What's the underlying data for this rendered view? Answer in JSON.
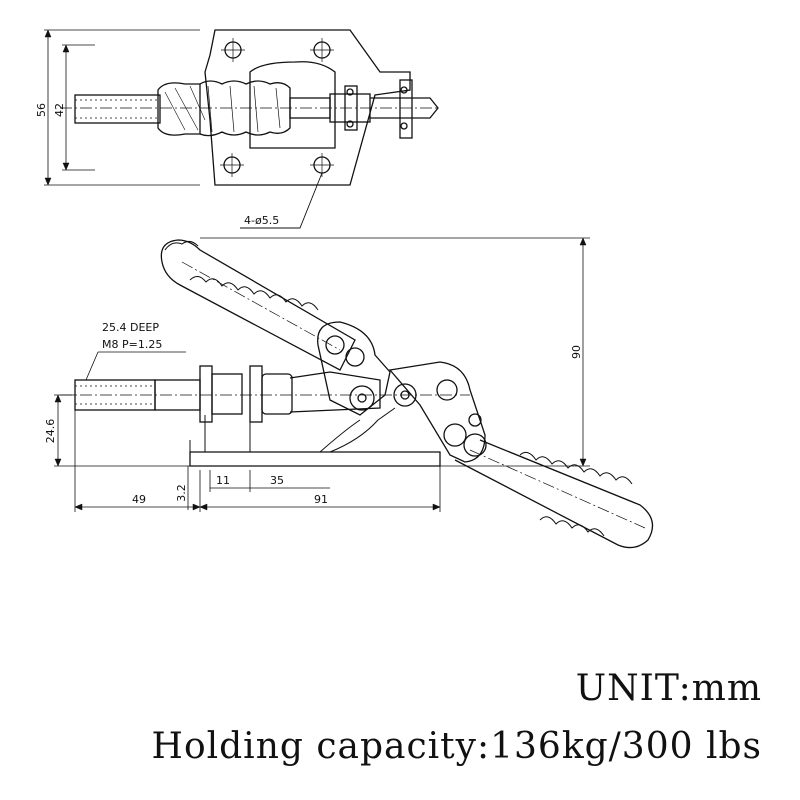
{
  "dimensions": {
    "height_outer": "56",
    "height_inner": "42",
    "hole_callout": "4-ø5.5",
    "thread_depth": "25.4 DEEP",
    "thread_spec": "M8 P=1.25",
    "handle_height": "90",
    "base_height": "24.6",
    "base_thickness": "3.2",
    "dim_11": "11",
    "dim_35": "35",
    "dim_49": "49",
    "dim_91": "91"
  },
  "notes": {
    "unit": "UNIT:mm",
    "capacity": "Holding capacity:136kg/300 lbs"
  },
  "colors": {
    "line": "#111111",
    "background": "#ffffff"
  }
}
